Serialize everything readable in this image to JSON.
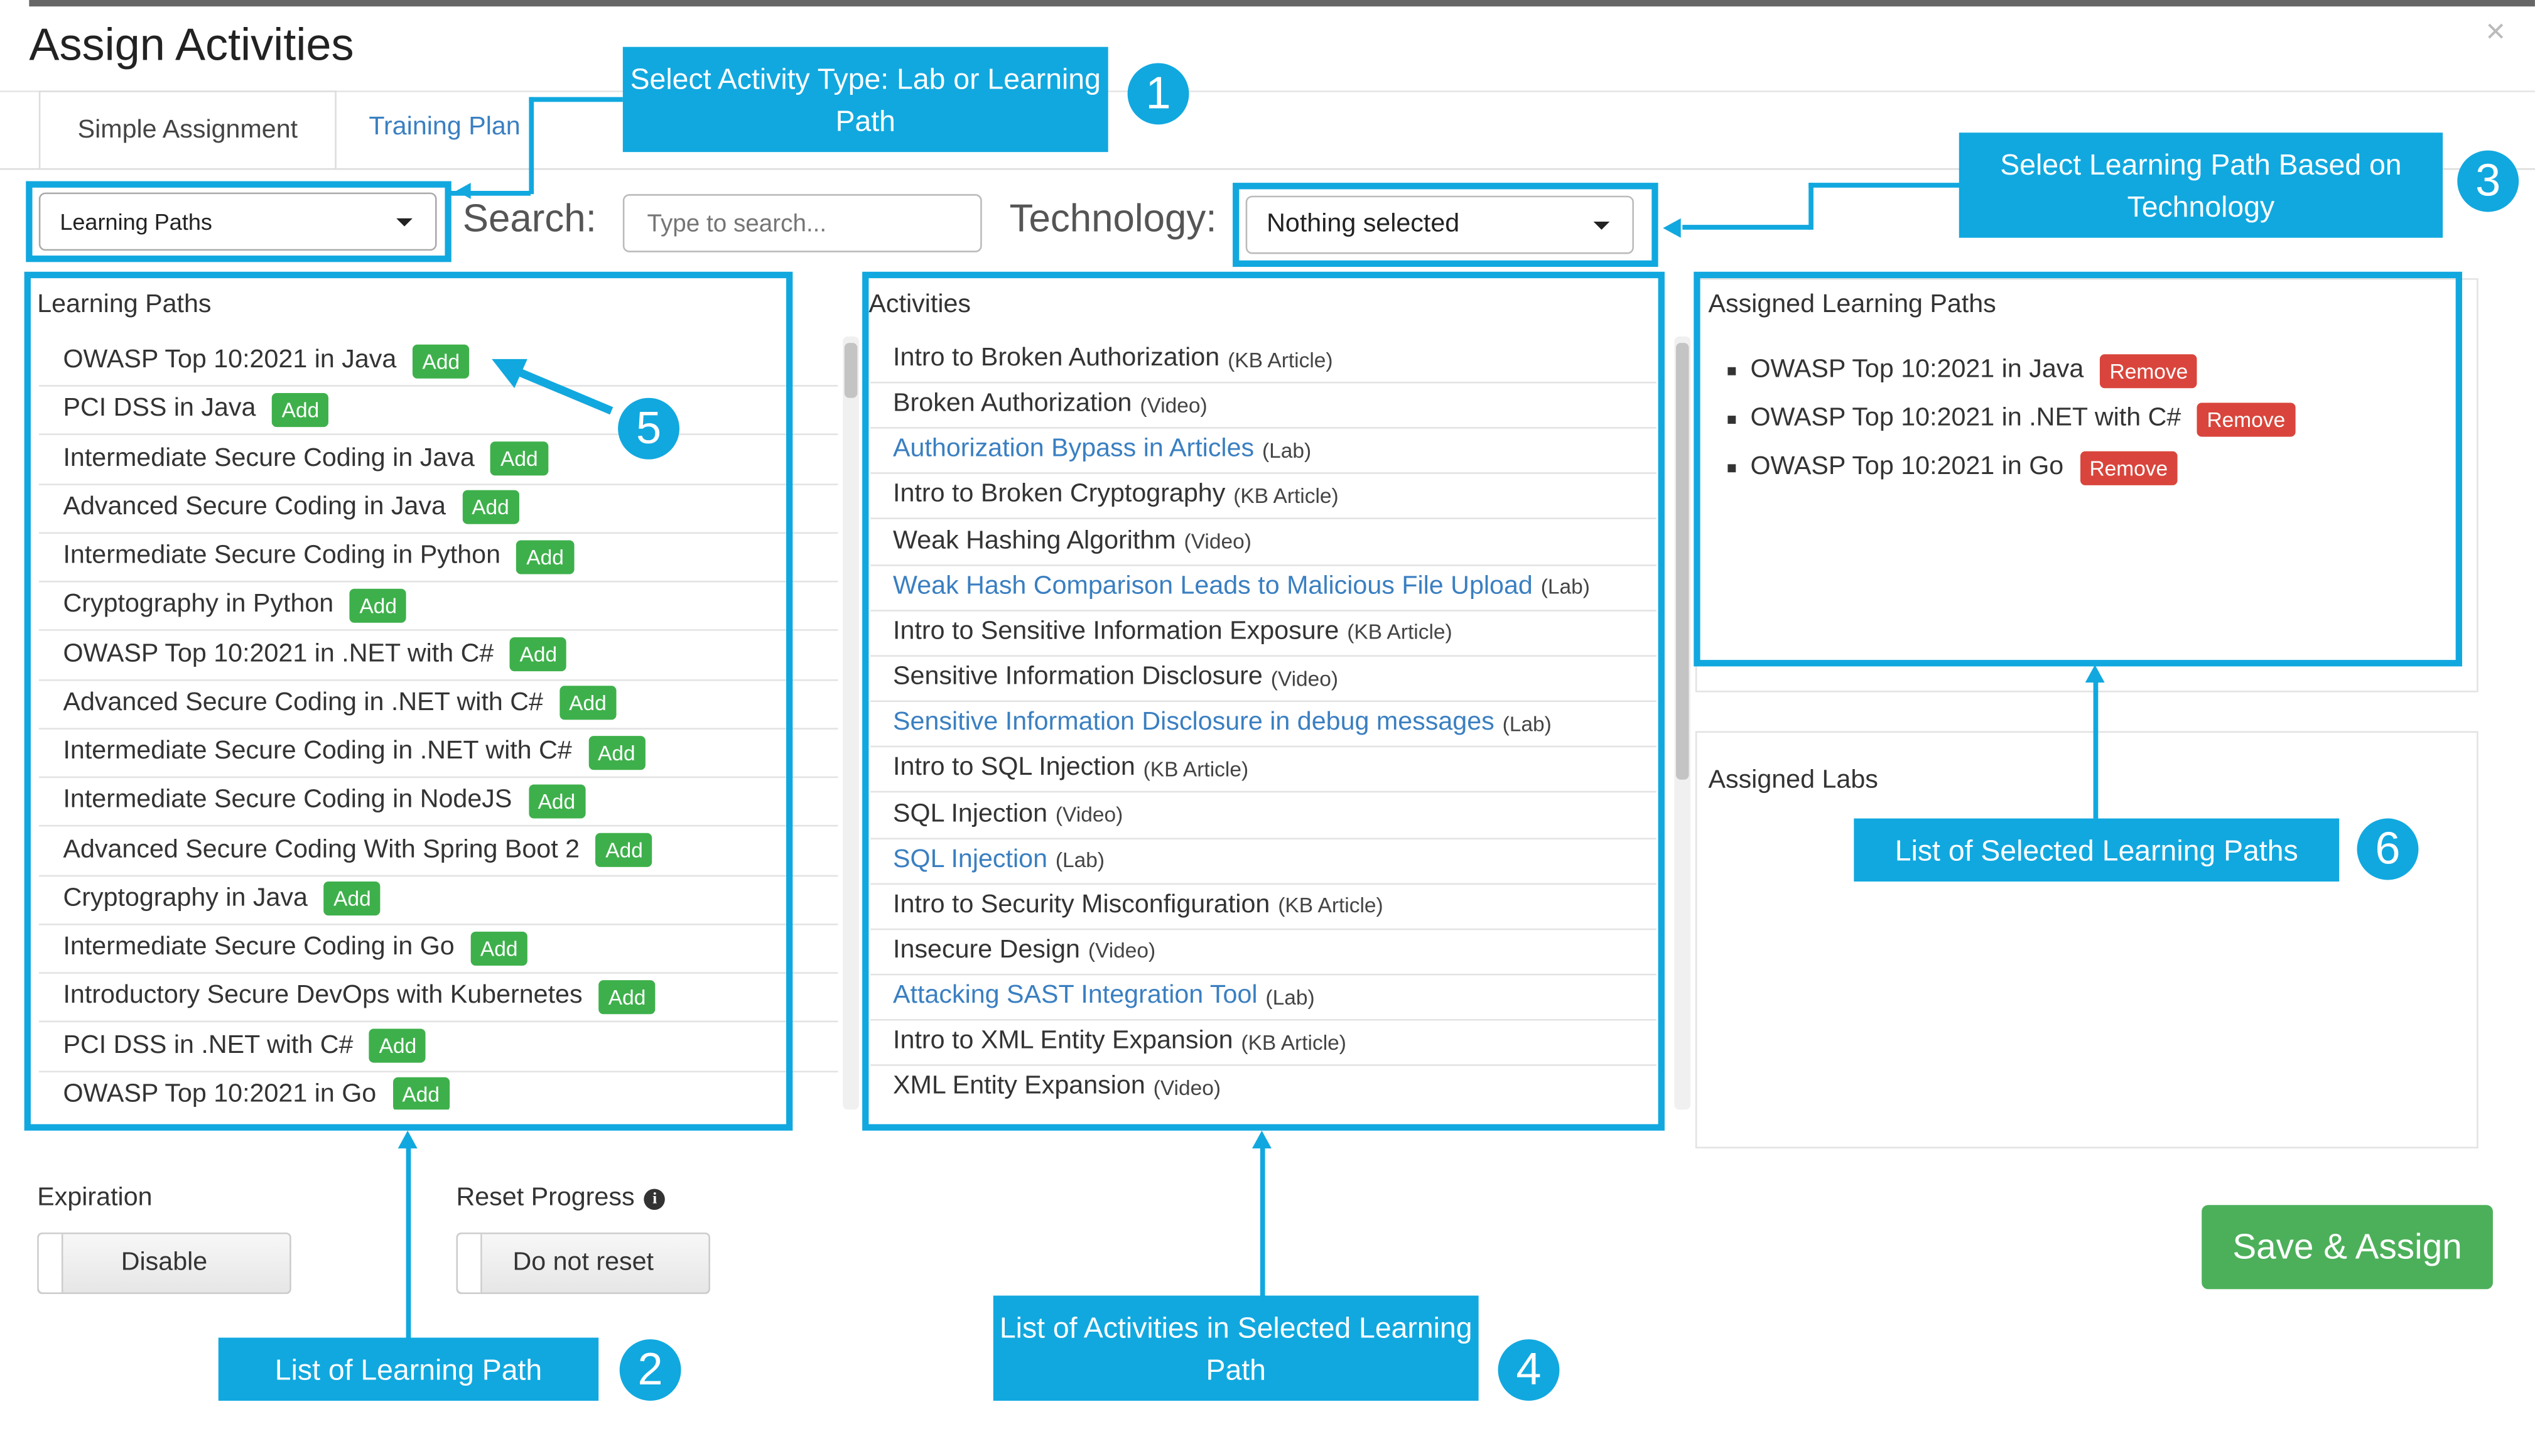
{
  "dialog": {
    "title": "Assign Activities"
  },
  "tabs": [
    {
      "label": "Simple Assignment"
    },
    {
      "label": "Training Plan"
    }
  ],
  "filters": {
    "activity_type": "Learning Paths",
    "search_label": "Search:",
    "search_placeholder": "Type to search...",
    "technology_label": "Technology:",
    "technology_value": "Nothing selected"
  },
  "learning_paths": {
    "title": "Learning Paths",
    "add_label": "Add",
    "items": [
      "OWASP Top 10:2021 in Java",
      "PCI DSS in Java",
      "Intermediate Secure Coding in Java",
      "Advanced Secure Coding in Java",
      "Intermediate Secure Coding in Python",
      "Cryptography in Python",
      "OWASP Top 10:2021 in .NET with C#",
      "Advanced Secure Coding in .NET with C#",
      "Intermediate Secure Coding in .NET with C#",
      "Intermediate Secure Coding in NodeJS",
      "Advanced Secure Coding With Spring Boot 2",
      "Cryptography in Java",
      "Intermediate Secure Coding in Go",
      "Introductory Secure DevOps with Kubernetes",
      "PCI DSS in .NET with C#",
      "OWASP Top 10:2021 in Go"
    ]
  },
  "activities": {
    "title": "Activities",
    "items": [
      {
        "name": "Intro to Broken Authorization",
        "type": "(KB Article)",
        "link": false
      },
      {
        "name": "Broken Authorization",
        "type": "(Video)",
        "link": false
      },
      {
        "name": "Authorization Bypass in Articles",
        "type": "(Lab)",
        "link": true
      },
      {
        "name": "Intro to Broken Cryptography",
        "type": "(KB Article)",
        "link": false
      },
      {
        "name": "Weak Hashing Algorithm",
        "type": "(Video)",
        "link": false
      },
      {
        "name": "Weak Hash Comparison Leads to Malicious File Upload",
        "type": "(Lab)",
        "link": true
      },
      {
        "name": "Intro to Sensitive Information Exposure",
        "type": "(KB Article)",
        "link": false
      },
      {
        "name": "Sensitive Information Disclosure",
        "type": "(Video)",
        "link": false
      },
      {
        "name": "Sensitive Information Disclosure in debug messages",
        "type": "(Lab)",
        "link": true
      },
      {
        "name": "Intro to SQL Injection",
        "type": "(KB Article)",
        "link": false
      },
      {
        "name": "SQL Injection",
        "type": "(Video)",
        "link": false
      },
      {
        "name": "SQL Injection",
        "type": "(Lab)",
        "link": true
      },
      {
        "name": "Intro to Security Misconfiguration",
        "type": "(KB Article)",
        "link": false
      },
      {
        "name": "Insecure Design",
        "type": "(Video)",
        "link": false
      },
      {
        "name": "Attacking SAST Integration Tool",
        "type": "(Lab)",
        "link": true
      },
      {
        "name": "Intro to XML Entity Expansion",
        "type": "(KB Article)",
        "link": false
      },
      {
        "name": "XML Entity Expansion",
        "type": "(Video)",
        "link": false
      }
    ]
  },
  "assigned_paths": {
    "title": "Assigned Learning Paths",
    "remove_label": "Remove",
    "items": [
      "OWASP Top 10:2021 in Java",
      "OWASP Top 10:2021 in .NET with C#",
      "OWASP Top 10:2021 in Go"
    ]
  },
  "assigned_labs": {
    "title": "Assigned Labs"
  },
  "options": {
    "expiration_label": "Expiration",
    "expiration_value": "Disable",
    "reset_label": "Reset Progress",
    "reset_value": "Do not reset"
  },
  "save_label": "Save & Assign",
  "callouts": [
    {
      "num": "1",
      "text": "Select Activity Type: Lab or Learning Path"
    },
    {
      "num": "2",
      "text": "List of Learning Path"
    },
    {
      "num": "3",
      "text": "Select Learning Path Based on Technology"
    },
    {
      "num": "4",
      "text": "List of Activities in Selected Learning Path"
    },
    {
      "num": "5",
      "text": ""
    },
    {
      "num": "6",
      "text": "List of Selected Learning Paths"
    }
  ],
  "colors": {
    "accent": "#11a8df",
    "add": "#3eb04b",
    "remove": "#d9453c",
    "save": "#4cb05a",
    "link": "#3a7fc1"
  },
  "icons": {
    "close": "close-icon",
    "info": "info-icon",
    "caret": "chevron-down-icon"
  }
}
